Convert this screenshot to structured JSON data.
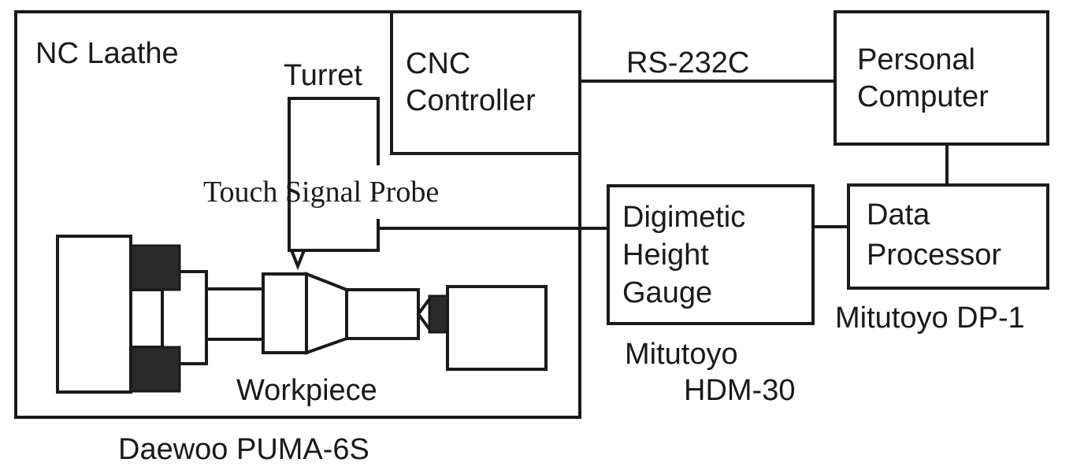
{
  "labels": {
    "nc_lathe": "NC Laathe",
    "turret": "Turret",
    "cnc_line1": "CNC",
    "cnc_line2": "Controller",
    "rs232": "RS-232C",
    "pc_line1": "Personal",
    "pc_line2": "Computer",
    "probe": "Touch Signal Probe",
    "gauge_line1": "Digimetic",
    "gauge_line2": "Height",
    "gauge_line3": "Gauge",
    "dp_line1": "Data",
    "dp_line2": "Processor",
    "dp_model": "Mitutoyo DP-1",
    "gauge_model_line1": "Mitutoyo",
    "gauge_model_line2": "HDM-30",
    "workpiece": "Workpiece",
    "lathe_model": "Daewoo PUMA-6S"
  },
  "colors": {
    "line": "#1a1a1a",
    "chuck_jaw": "#2a2a2a",
    "background": "#ffffff"
  }
}
